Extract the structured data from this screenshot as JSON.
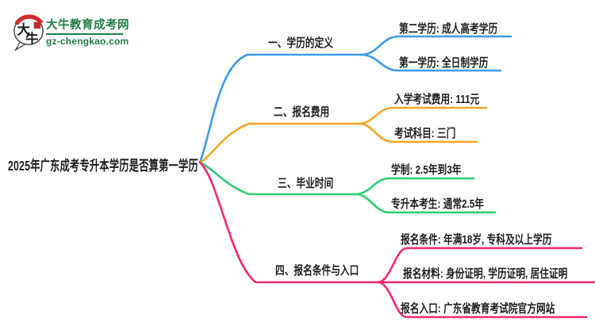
{
  "logo": {
    "title": "大牛教育成考网",
    "domain": "gz-chengkao.com",
    "brand_color": "#1E7E46",
    "icon_text_top": "大",
    "icon_text_bottom": "牛",
    "icon_arc_color": "#CE2B2B",
    "icon_seal_color": "#C3272B"
  },
  "root": {
    "title": "2025年广东成考专升本学历是否算第一学历"
  },
  "branches": [
    {
      "label": "一、学历的定义",
      "color": "#3E9AF0",
      "children": [
        "第二学历: 成人高考学历",
        "第一学历: 全日制学历"
      ]
    },
    {
      "label": "二、报名费用",
      "color": "#F5A623",
      "children": [
        "入学考试费用: 111元",
        "考试科目: 三门"
      ]
    },
    {
      "label": "三、毕业时间",
      "color": "#2ECC71",
      "children": [
        "学制: 2.5年到3年",
        "专升本考生: 通常2.5年"
      ]
    },
    {
      "label": "四、报名条件与入口",
      "color": "#F7286F",
      "children": [
        "报名条件: 年满18岁, 专科及以上学历",
        "报名材料: 身份证明, 学历证明, 居住证明",
        "报名入口: 广东省教育考试院官方网站"
      ]
    }
  ]
}
